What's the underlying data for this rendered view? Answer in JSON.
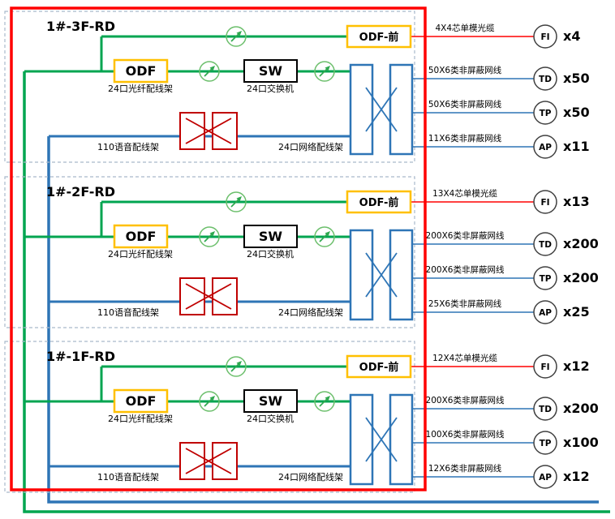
{
  "captions": {
    "odf_box": "ODF",
    "odf_caption": "24口光纤配线架",
    "sw_box": "SW",
    "sw_caption": "24口交换机",
    "odf_front_box": "ODF-前",
    "voice_caption": "110语音配线架",
    "network_caption": "24口网络配线架"
  },
  "floors": [
    {
      "title": "1#-3F-RD",
      "links": [
        {
          "node": "FI",
          "cable": "4X4芯单模光缆",
          "count": "x4"
        },
        {
          "node": "TD",
          "cable": "50X6类非屏蔽网线",
          "count": "x50"
        },
        {
          "node": "TP",
          "cable": "50X6类非屏蔽网线",
          "count": "x50"
        },
        {
          "node": "AP",
          "cable": "11X6类非屏蔽网线",
          "count": "x11"
        }
      ]
    },
    {
      "title": "1#-2F-RD",
      "links": [
        {
          "node": "FI",
          "cable": "13X4芯单模光缆",
          "count": "x13"
        },
        {
          "node": "TD",
          "cable": "200X6类非屏蔽网线",
          "count": "x200"
        },
        {
          "node": "TP",
          "cable": "200X6类非屏蔽网线",
          "count": "x200"
        },
        {
          "node": "AP",
          "cable": "25X6类非屏蔽网线",
          "count": "x25"
        }
      ]
    },
    {
      "title": "1#-1F-RD",
      "links": [
        {
          "node": "FI",
          "cable": "12X4芯单模光缆",
          "count": "x12"
        },
        {
          "node": "TD",
          "cable": "200X6类非屏蔽网线",
          "count": "x200"
        },
        {
          "node": "TP",
          "cable": "100X6类非屏蔽网线",
          "count": "x100"
        },
        {
          "node": "AP",
          "cable": "12X6类非屏蔽网线",
          "count": "x12"
        }
      ]
    }
  ],
  "colors": {
    "fiber_green": "#00A550",
    "copper_blue": "#2E75B6",
    "voice_red": "#C00000",
    "highlight_red": "#FF0000",
    "odf_gold": "#FFC000"
  }
}
